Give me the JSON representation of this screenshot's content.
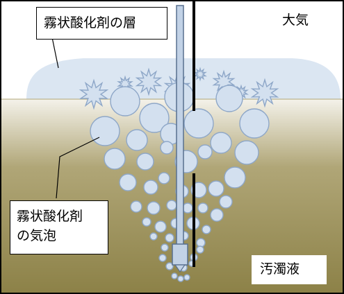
{
  "labels": {
    "mist_layer": "霧状酸化剤の層",
    "atmosphere": "大気",
    "mist_bubbles_line1": "霧状酸化剤",
    "mist_bubbles_line2": "の気泡",
    "turbid_liquid": "汚濁液"
  },
  "colors": {
    "frame": "#000000",
    "air": "#ffffff",
    "mist_layer": "#dbe6f2",
    "liquid_top": "#f4f2ea",
    "liquid_mid": "#b0a677",
    "liquid_bottom": "#8c8147",
    "bubble_fill": "#d3e0ef",
    "bubble_stroke": "#8ea7c8",
    "pipe_fill": "#c2d2e6",
    "pipe_stroke": "#58708f"
  }
}
